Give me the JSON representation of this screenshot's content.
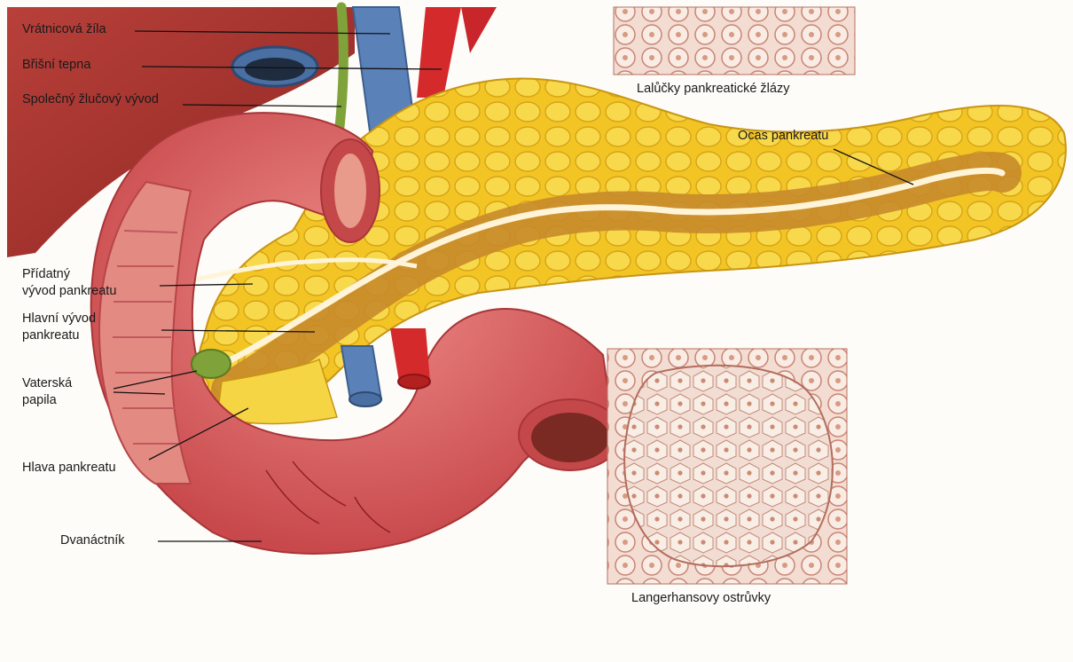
{
  "labels": {
    "portal_vein": "Vrátnicová žíla",
    "celiac_artery": "Břišní tepna",
    "common_bile_duct": "Společný žlučový vývod",
    "acini": "Lalůčky pankreatické žlázy",
    "pancreas_tail": "Ocas pankreatu",
    "accessory_duct_1": "Přídatný",
    "accessory_duct_2": "vývod pankreatu",
    "main_duct_1": "Hlavní vývod",
    "main_duct_2": "pankreatu",
    "vater_1": "Vaterská",
    "vater_2": "papila",
    "pancreas_head": "Hlava pankreatu",
    "duodenum": "Dvanáctník",
    "islets": "Langerhansovy ostrůvky"
  },
  "colors": {
    "liver": "#a8322e",
    "pancreas": "#f2c81e",
    "duodenum": "#d8575a",
    "vein": "#5b82b8",
    "artery": "#d42a2c",
    "bile_duct": "#7fa33a",
    "tissue": "#e9c7bd"
  }
}
